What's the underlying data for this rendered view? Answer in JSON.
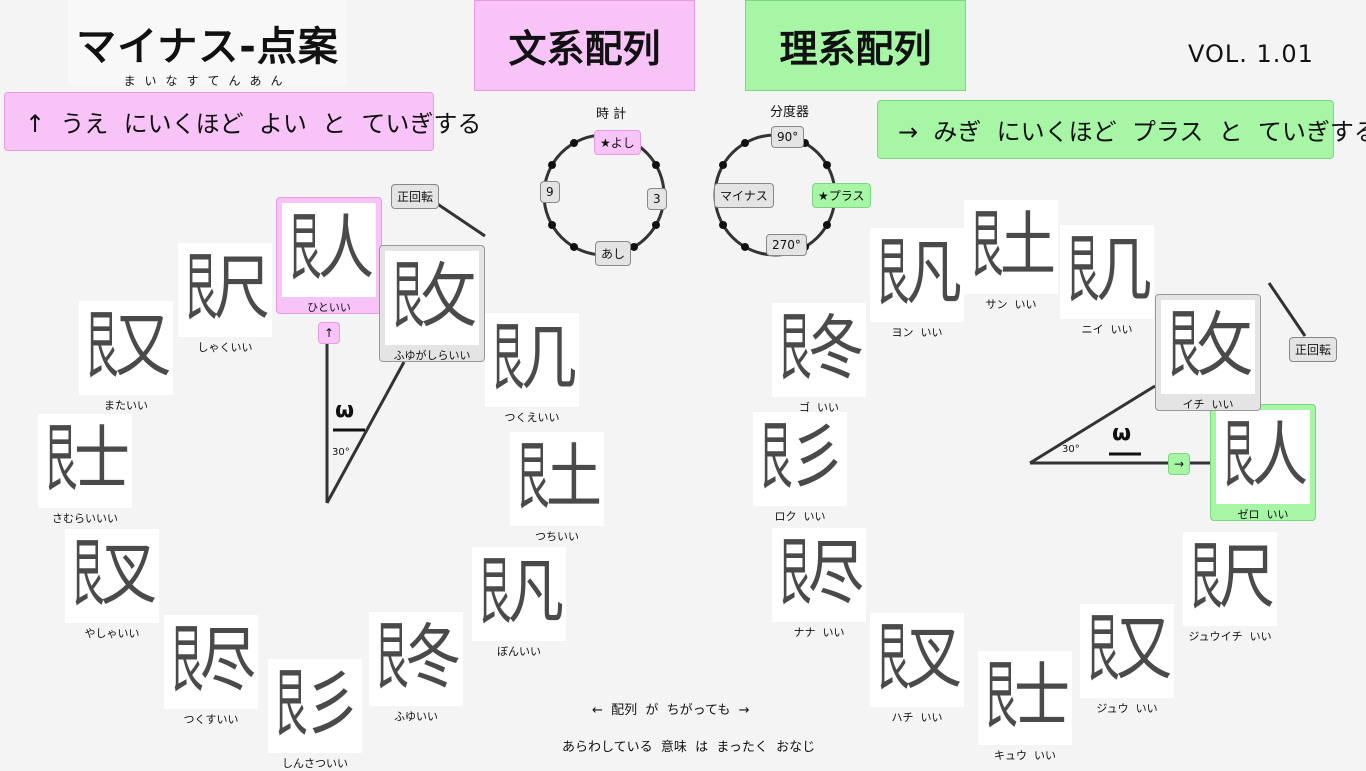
{
  "title": {
    "main": "マイナス-点案",
    "ruby": "まいなすてんあん"
  },
  "headers": {
    "bunkei": "文系配列",
    "rikei": "理系配列"
  },
  "version": "VOL. 1.01",
  "banners": {
    "left": "↑  うえ  にいくほど  よい  と  ていぎする",
    "right": "→  みぎ  にいくほど  プラス  と  ていぎする"
  },
  "clock": {
    "title": "時 計",
    "top": "★よし",
    "left": "9",
    "right": "3",
    "bottom": "あし"
  },
  "protractor": {
    "title": "分度器",
    "top": "90°",
    "left": "マイナス",
    "right": "★プラス",
    "bottom": "270°"
  },
  "left_diagram": {
    "rotate_label": "正回転",
    "up_button": "↑",
    "omega": "ω",
    "angle": "30°"
  },
  "right_diagram": {
    "rotate_label": "正回転",
    "right_button": "→",
    "omega": "ω",
    "angle": "30°"
  },
  "left_tiles": [
    {
      "radical": "人",
      "label": "ひといい"
    },
    {
      "radical": "攵",
      "label": "ふゆがしらいい"
    },
    {
      "radical": "几",
      "label": "つくえいい"
    },
    {
      "radical": "土",
      "label": "つちいい"
    },
    {
      "radical": "凡",
      "label": "ぼんいい"
    },
    {
      "radical": "冬",
      "label": "ふゆいい"
    },
    {
      "radical": "彡",
      "label": "しんさついい"
    },
    {
      "radical": "尽",
      "label": "つくすいい"
    },
    {
      "radical": "叉",
      "label": "やしゃいい"
    },
    {
      "radical": "士",
      "label": "さむらいいい"
    },
    {
      "radical": "又",
      "label": "またいい"
    },
    {
      "radical": "尺",
      "label": "しゃくいい"
    }
  ],
  "right_tiles": [
    {
      "radical": "人",
      "label": "ゼロ  いい"
    },
    {
      "radical": "攵",
      "label": "イチ  いい"
    },
    {
      "radical": "几",
      "label": "ニイ  いい"
    },
    {
      "radical": "土",
      "label": "サン  いい"
    },
    {
      "radical": "凡",
      "label": "ヨン  いい"
    },
    {
      "radical": "冬",
      "label": "ゴ  いい"
    },
    {
      "radical": "彡",
      "label": "ロク  いい"
    },
    {
      "radical": "尽",
      "label": "ナナ  いい"
    },
    {
      "radical": "叉",
      "label": "ハチ  いい"
    },
    {
      "radical": "士",
      "label": "キュウ  いい"
    },
    {
      "radical": "又",
      "label": "ジュウ  いい"
    },
    {
      "radical": "尺",
      "label": "ジュウイチ  いい"
    }
  ],
  "tile_base": "艮",
  "footer": {
    "line1": "←  配列  が  ちがっても  →",
    "line2": "あらわしている  意味  は  まったく  おなじ"
  }
}
